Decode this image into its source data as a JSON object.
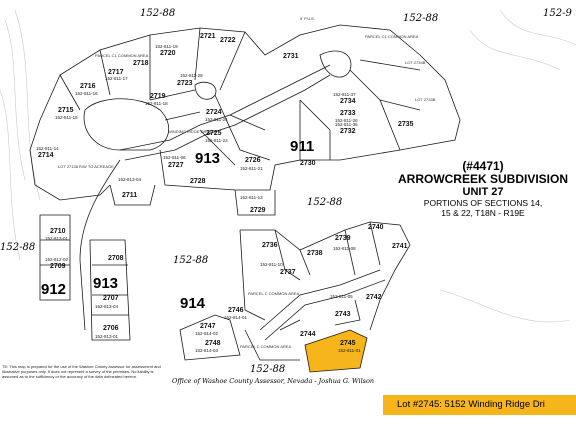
{
  "map": {
    "book_labels": [
      "152-88",
      "152-88",
      "152-9",
      "152-88",
      "152-88",
      "152-88",
      "152-88"
    ],
    "big_parcel_labels": [
      "913",
      "911",
      "913",
      "912",
      "914"
    ],
    "lots": [
      {
        "lot": "2721",
        "apn": ""
      },
      {
        "lot": "2722",
        "apn": ""
      },
      {
        "lot": "2720",
        "apn": "152-811-19"
      },
      {
        "lot": "2717",
        "apn": "152-811-17"
      },
      {
        "lot": "2718",
        "apn": ""
      },
      {
        "lot": "2716",
        "apn": "152-811-16"
      },
      {
        "lot": "2719",
        "apn": "152-811-18"
      },
      {
        "lot": "2723",
        "apn": "152-811-29"
      },
      {
        "lot": "2724",
        "apn": "152-811-24"
      },
      {
        "lot": "2725",
        "apn": "152-811-23"
      },
      {
        "lot": "2715",
        "apn": "152-811-15"
      },
      {
        "lot": "2714",
        "apn": "152-811-14"
      },
      {
        "lot": "2727",
        "apn": "152-811-06"
      },
      {
        "lot": "2726",
        "apn": "152-811-21"
      },
      {
        "lot": "2728",
        "apn": ""
      },
      {
        "lot": "2711",
        "apn": "152-813-04"
      },
      {
        "lot": "2729",
        "apn": "152-811-13"
      },
      {
        "lot": "2731",
        "apn": ""
      },
      {
        "lot": "2733",
        "apn": "152-811-26"
      },
      {
        "lot": "2734",
        "apn": "152-811-37"
      },
      {
        "lot": "2732",
        "apn": "152-811-36"
      },
      {
        "lot": "2730",
        "apn": ""
      },
      {
        "lot": "2735",
        "apn": ""
      },
      {
        "lot": "2710",
        "apn": "152-813-01"
      },
      {
        "lot": "2709",
        "apn": "152-812-02"
      },
      {
        "lot": "2708",
        "apn": ""
      },
      {
        "lot": "2707",
        "apn": "152-813-04"
      },
      {
        "lot": "2706",
        "apn": "152-813-01"
      },
      {
        "lot": "2736",
        "apn": ""
      },
      {
        "lot": "2737",
        "apn": "152-811-10"
      },
      {
        "lot": "2738",
        "apn": ""
      },
      {
        "lot": "2739",
        "apn": "152-811-08"
      },
      {
        "lot": "2740",
        "apn": ""
      },
      {
        "lot": "2741",
        "apn": ""
      },
      {
        "lot": "2742",
        "apn": ""
      },
      {
        "lot": "2743",
        "apn": "152-811-05"
      },
      {
        "lot": "2744",
        "apn": ""
      },
      {
        "lot": "2745",
        "apn": "152-811-01"
      },
      {
        "lot": "2746",
        "apn": "152-814-01"
      },
      {
        "lot": "2747",
        "apn": "152-814-02"
      },
      {
        "lot": "2748",
        "apn": "152-814-03"
      }
    ],
    "notes": [
      "PARCEL C1 COMMON AREA",
      "PARCEL C1 COMMON AREA",
      "LOT 27138 R/W TO ACREAGE",
      "PARCEL C COMMON AREA",
      "PARCEL C COMMON AREA",
      "WINDING RIDGE DRIVE",
      "5' P.U.E.",
      "LOT 2734B",
      "LOT 2733B"
    ],
    "colors": {
      "highlight": "#f5b51b",
      "lines": "#1a1a1a"
    }
  },
  "title": {
    "doc_number": "(#4471)",
    "name_line1": "ARROWCREEK SUBDIVISION",
    "name_line2": "UNIT 27",
    "sections_line1": "PORTIONS OF SECTIONS 14,",
    "sections_line2": "15 & 22, T18N - R19E"
  },
  "disclaimer": "TE: This map is prepared for the use of the Washoe County Assessor for assessment and illustrative purposes only. It does not represent a survey of the premises. No liability is assumed as to the sufficiency or the accuracy of the data delineated hereon.",
  "office": "Office of Washoe County Assessor, Nevada - Joshua G. Wilson",
  "banner": "Lot #2745: 5152 Winding Ridge Dri"
}
